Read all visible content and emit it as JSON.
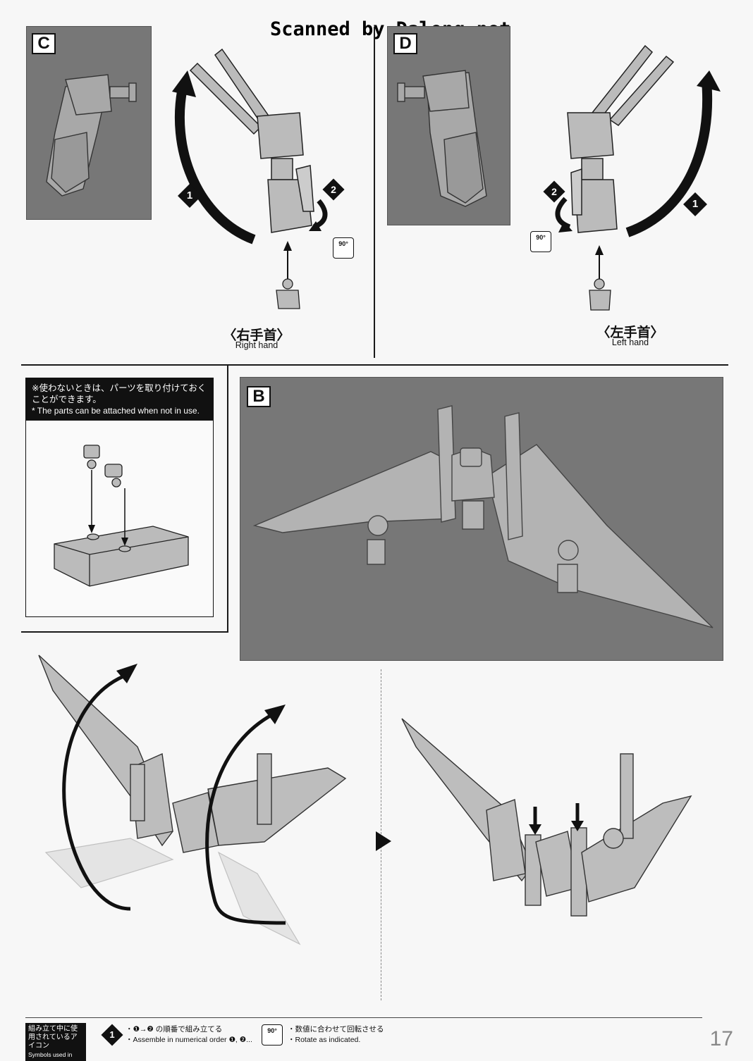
{
  "watermark": "Scanned by Dalong.net",
  "panels": {
    "c": {
      "letter": "C",
      "hand_jp": "〈右手首〉",
      "hand_en": "Right hand",
      "rotate": "90°"
    },
    "d": {
      "letter": "D",
      "hand_jp": "〈左手首〉",
      "hand_en": "Left hand",
      "rotate": "90°"
    },
    "b": {
      "letter": "B"
    }
  },
  "steps": {
    "one": "1",
    "two": "2"
  },
  "note": {
    "jp": "※使わないときは、パーツを取り付けておくことができます。",
    "en": "* The parts can be attached when not in use."
  },
  "footer": {
    "title_jp": "組み立て中に使用されているアイコン",
    "title_en": "Symbols used in instructions",
    "order_jp": "・❶→❷ の順番で組み立てる",
    "order_en": "・Assemble in numerical order ❶, ❷...",
    "rotate_jp": "・数値に合わせて回転させる",
    "rotate_en": "・Rotate as indicated.",
    "rotate_icon": "90°",
    "step_icon": "1"
  },
  "page_number": "17",
  "colors": {
    "panel_bg": "#777777",
    "part_fill": "#b8b8b8",
    "part_stroke": "#2a2a2a",
    "ink": "#111111"
  }
}
